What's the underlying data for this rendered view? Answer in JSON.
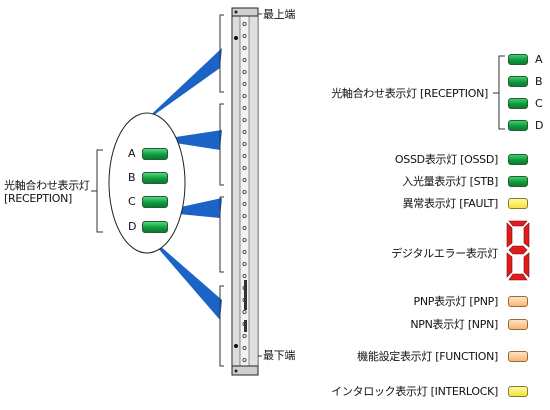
{
  "top_end_label": "最上端",
  "bottom_end_label": "最下端",
  "left_group": {
    "label_line1": "光軸合わせ表示灯",
    "label_line2": "[RECEPTION]",
    "letters": [
      "A",
      "B",
      "C",
      "D"
    ]
  },
  "right_reception": {
    "label": "光軸合わせ表示灯 [RECEPTION]",
    "letters": [
      "A",
      "B",
      "C",
      "D"
    ]
  },
  "indicators": [
    {
      "label": "OSSD表示灯 [OSSD]",
      "color": "green"
    },
    {
      "label": "入光量表示灯 [STB]",
      "color": "green"
    },
    {
      "label": "異常表示灯 [FAULT]",
      "color": "yellow"
    },
    {
      "label": "デジタルエラー表示灯",
      "color": "red-7seg"
    },
    {
      "label": "PNP表示灯 [PNP]",
      "color": "orange"
    },
    {
      "label": "NPN表示灯 [NPN]",
      "color": "orange"
    },
    {
      "label": "機能設定表示灯 [FUNCTION]",
      "color": "orange"
    },
    {
      "label": "インタロック表示灯 [INTERLOCK]",
      "color": "yellow"
    }
  ],
  "colors": {
    "green": "#12a544",
    "yellow": "#f4e23c",
    "orange": "#f5b777",
    "red": "#e01b1b",
    "beam_blue": "#1b63c6"
  }
}
